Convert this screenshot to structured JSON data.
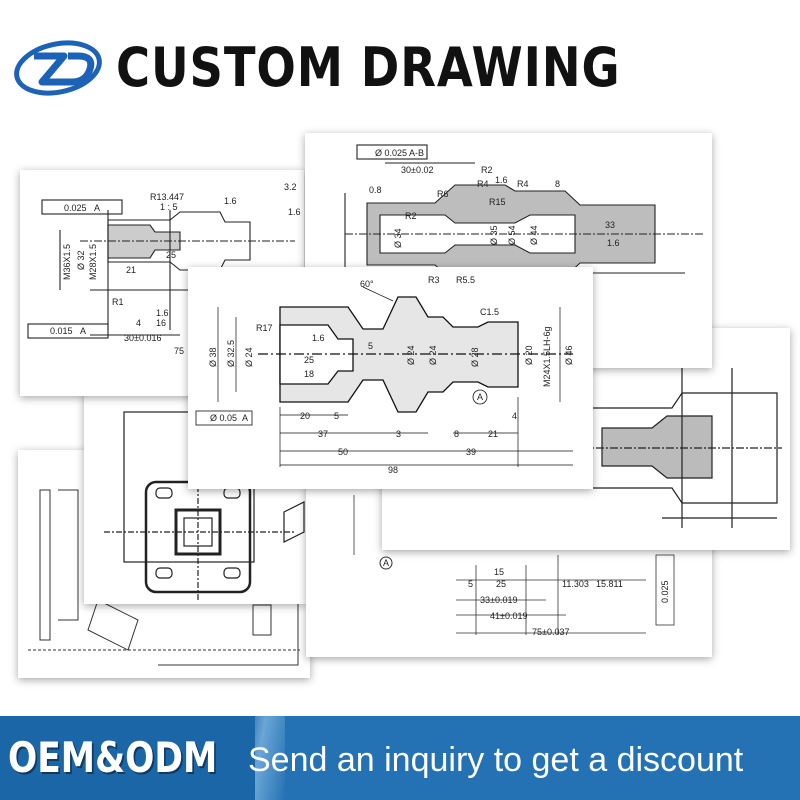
{
  "header": {
    "logo_icon": "zd-logo-icon",
    "title": "CUSTOM DRAWING"
  },
  "front_drawing": {
    "labels": {
      "angle": "60°",
      "r3": "R3",
      "r55": "R5.5",
      "c15": "C1.5",
      "r17": "R17",
      "r16": "1.6",
      "d38": "Ø 38",
      "d325": "Ø 32.5",
      "d24a": "Ø 24",
      "d24b": "Ø 24",
      "d24c": "Ø 24",
      "d28": "Ø 28",
      "d20": "Ø 20",
      "d46": "Ø 46",
      "m24": "M24X1.5LH-6g",
      "n25": "25",
      "n18": "18",
      "n5": "5",
      "n20": "20",
      "n5b": "5",
      "n37": "37",
      "n3": "3",
      "n8": "8",
      "n21": "21",
      "n4": "4",
      "n50": "50",
      "n39": "39",
      "n98": "98",
      "tol": "Ø 0.05",
      "datum": "A",
      "datum_ref": "A"
    }
  },
  "top_right_drawing": {
    "labels": {
      "tol": "Ø 0.025",
      "tol_ref": "A-B",
      "len": "30±0.02",
      "r2": "R2",
      "r4a": "R4",
      "r4b": "R4",
      "r6": "R6",
      "r15": "R15",
      "r2b": "R2",
      "d34": "Ø 34",
      "d35": "Ø 35",
      "d54": "Ø 54",
      "d44": "Ø 44",
      "n08": "0.8",
      "n16a": "1.6",
      "n16b": "1.6",
      "n33": "33",
      "n8": "8"
    }
  },
  "top_left_drawing": {
    "labels": {
      "tol": "0.025",
      "tol_ref": "A",
      "r13": "R13.447",
      "ratio": "1 : 5",
      "n16": "1.6",
      "n16b": "1.6",
      "n32": "3.2",
      "n21": "21",
      "n25": "25",
      "m36": "M36X1.5",
      "m28": "M28X1.5",
      "d32": "Ø 32",
      "r1": "R1",
      "n4": "4",
      "n16c": "16",
      "n16d": "1.6",
      "len": "30±0.016",
      "n75": "75",
      "tol2": "0.015",
      "tol2_ref": "A"
    }
  },
  "bottom_right_drawing": {
    "labels": {
      "n15": "15",
      "n5": "5",
      "n25": "25",
      "n11303": "11.303",
      "n15811": "15.811",
      "len33": "33±0.019",
      "len41": "41±0.019",
      "len75": "75±0.037",
      "datum": "A",
      "tol": "0.025"
    }
  },
  "footer": {
    "left_text": "OEM&ODM",
    "right_text": "Send an inquiry to get a discount"
  },
  "colors": {
    "footer_dark": "#1b66a6",
    "footer_light": "#2472b3",
    "logo_blue": "#1c63b8",
    "title": "#111111"
  }
}
